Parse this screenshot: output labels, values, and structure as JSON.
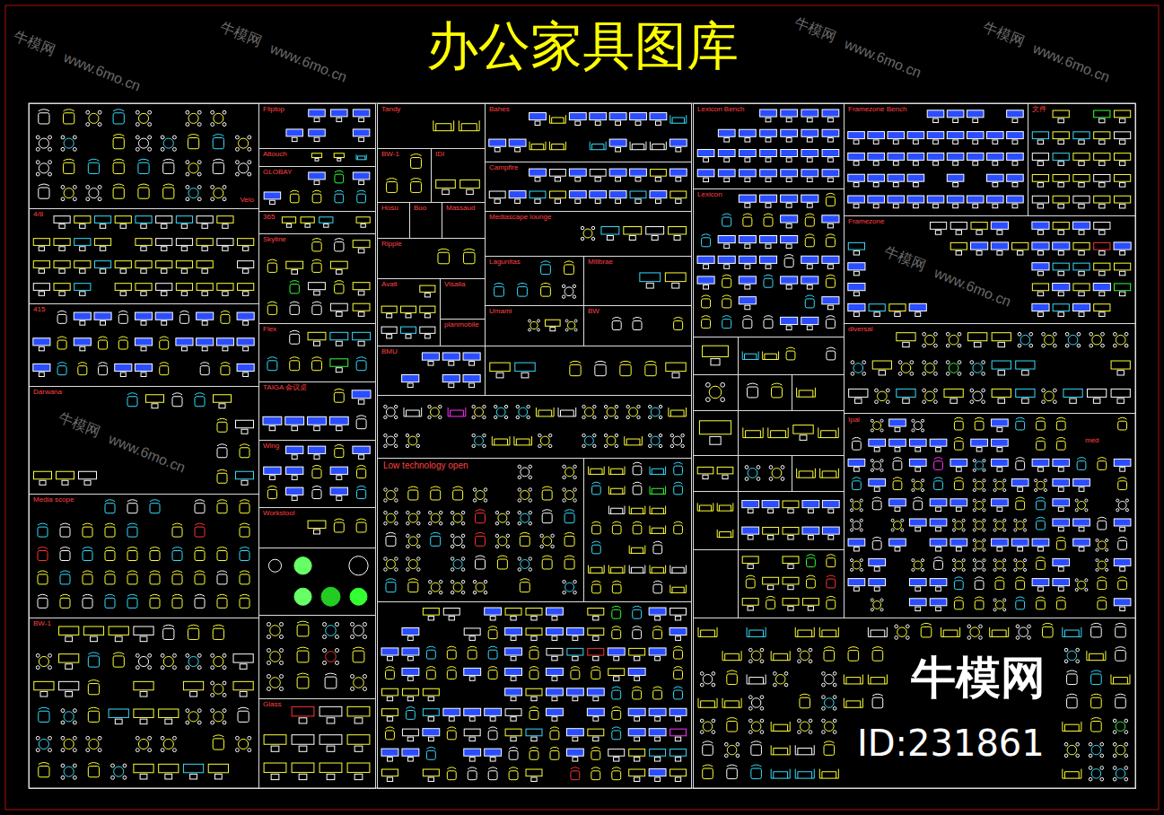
{
  "diagram": {
    "title": "办公家具图库",
    "nodes": [
      {
        "text": [
          "Velo"
        ]
      },
      {
        "text": [
          "4/8"
        ]
      },
      {
        "text": [
          "415"
        ]
      },
      {
        "text": [
          "Darwana"
        ]
      },
      {
        "text": [
          "Media scope"
        ]
      },
      {
        "text": [
          "BW-1"
        ]
      },
      {
        "text": [
          "Fliptop"
        ]
      },
      {
        "text": [
          "Altouch"
        ]
      },
      {
        "text": [
          "GLOBAY"
        ]
      },
      {
        "text": [
          "365"
        ]
      },
      {
        "text": [
          "Skyline"
        ]
      },
      {
        "text": [
          "Flex"
        ]
      },
      {
        "text": [
          "TAIGA 会议桌"
        ]
      },
      {
        "text": [
          "Wing"
        ]
      },
      {
        "text": [
          "Workstool"
        ]
      },
      {
        "text": [
          "Glass"
        ]
      },
      {
        "text": [
          "Tandy"
        ]
      },
      {
        "text": [
          "BW-1"
        ]
      },
      {
        "text": [
          "IDI"
        ]
      },
      {
        "text": [
          "Hosu"
        ]
      },
      {
        "text": [
          "Boo"
        ]
      },
      {
        "text": [
          "Massaud"
        ]
      },
      {
        "text": [
          "Ripple"
        ]
      },
      {
        "text": [
          "Avati"
        ]
      },
      {
        "text": [
          "Visalia"
        ]
      },
      {
        "text": [
          "planmobile"
        ]
      },
      {
        "text": [
          "BMU"
        ]
      },
      {
        "text": [
          "Bahes"
        ]
      },
      {
        "text": [
          "Campfire"
        ]
      },
      {
        "text": [
          "Mediascape lounge"
        ]
      },
      {
        "text": [
          "Lagunitas"
        ]
      },
      {
        "text": [
          "Millbrae"
        ]
      },
      {
        "text": [
          "Umami"
        ]
      },
      {
        "text": [
          "BW"
        ]
      },
      {
        "text": [
          "Low technology open"
        ]
      },
      {
        "text": [
          "Lexicon Bench"
        ]
      },
      {
        "text": [
          "Lexicon"
        ]
      },
      {
        "text": [
          "Framezone Bench"
        ]
      },
      {
        "text": [
          "文件"
        ]
      },
      {
        "text": [
          "Framezone"
        ]
      },
      {
        "text": [
          "diversal"
        ]
      },
      {
        "text": [
          "Ipal",
          "med"
        ]
      }
    ],
    "labels": [
      "牛模网",
      "www.6mo.cn",
      "牛模网",
      "www.6mo.cn",
      "牛模网",
      "www.6mo.cn",
      "牛模网",
      "www.6mo.cn",
      "牛模网",
      "www.6mo.cn",
      "牛模网",
      "www.6mo.cn",
      "牛模网",
      "ID:231861"
    ]
  }
}
